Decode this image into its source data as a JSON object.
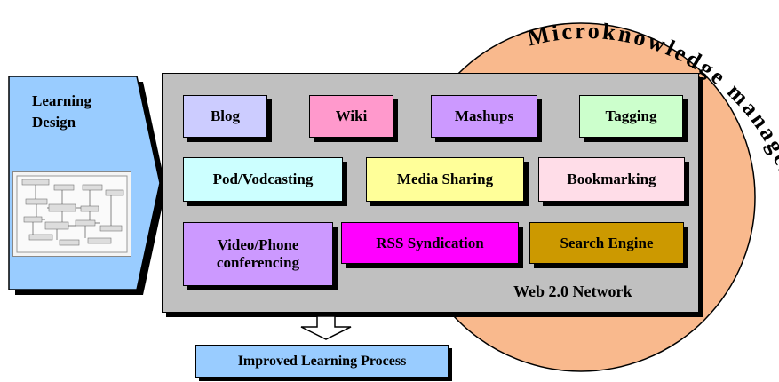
{
  "circle": {
    "title": "Microknowledge management",
    "color": "#f9b98d"
  },
  "learning_design": {
    "label_line1": "Learning",
    "label_line2": "Design",
    "color": "#99ccff"
  },
  "web_panel": {
    "label": "Web 2.0 Network",
    "color": "#c0c0c0"
  },
  "tools": [
    {
      "label": "Blog",
      "color": "#ccccff"
    },
    {
      "label": "Wiki",
      "color": "#ff99cc"
    },
    {
      "label": "Mashups",
      "color": "#cc99ff"
    },
    {
      "label": "Tagging",
      "color": "#ccffcc"
    },
    {
      "label": "Pod/Vodcasting",
      "color": "#ccffff"
    },
    {
      "label": "Media Sharing",
      "color": "#ffff99"
    },
    {
      "label": "Bookmarking",
      "color": "#ffdde8"
    },
    {
      "label": "Video/Phone conferencing",
      "color": "#cc99ff"
    },
    {
      "label": "RSS Syndication",
      "color": "#ff00ff"
    },
    {
      "label": "Search Engine",
      "color": "#cc9900"
    }
  ],
  "output": {
    "label": "Improved Learning Process",
    "color": "#99ccff"
  }
}
